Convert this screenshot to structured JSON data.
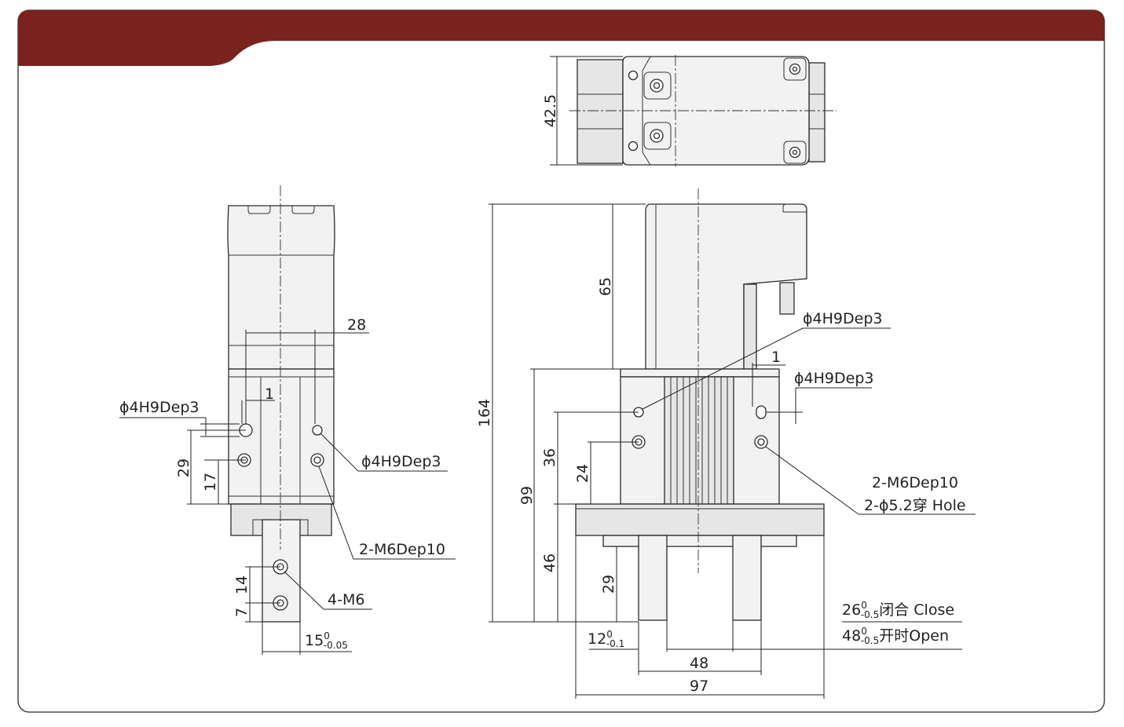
{
  "header": {
    "band_color": "#7a221e",
    "frame_color": "#2a2a2a"
  },
  "top_view": {
    "width_dim": "42.5"
  },
  "left_view": {
    "dim_28": "28",
    "dim_1": "1",
    "hole_top_left": "ϕ4H9Dep3",
    "hole_right": "ϕ4H9Dep3",
    "dim_29": "29",
    "dim_17": "17",
    "thread_m6dep10": "2-M6Dep10",
    "dim_14": "14",
    "dim_7": "7",
    "thread_4m6": "4-M6",
    "jaw_width_base": "15",
    "jaw_width_sup": "0",
    "jaw_width_sub": "-0.05"
  },
  "front_view": {
    "dim_164": "164",
    "dim_65": "65",
    "dim_99": "99",
    "dim_36": "36",
    "dim_24": "24",
    "dim_46": "46",
    "dim_29": "29",
    "dim_1": "1",
    "hole_center": "ϕ4H9Dep3",
    "hole_right": "ϕ4H9Dep3",
    "thread_line1": "2-M6Dep10",
    "thread_line2": "2-ϕ5.2穿 Hole",
    "jaw_base": "12",
    "jaw_sup": "0",
    "jaw_sub": "-0.1",
    "dim_48": "48",
    "dim_97": "97",
    "close_base": "26",
    "close_sup": "0",
    "close_sub": "-0.5",
    "close_text": "闭合 Close",
    "open_base": "48",
    "open_sup": "0",
    "open_sub": "-0.5",
    "open_text": "开时Open"
  }
}
